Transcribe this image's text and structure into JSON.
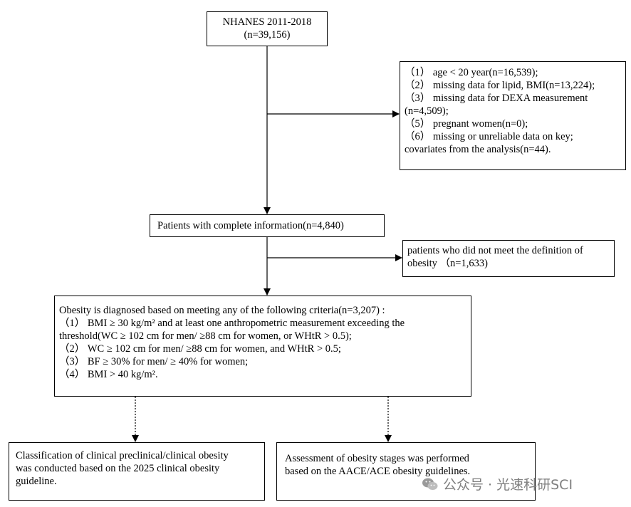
{
  "boxes": {
    "source": [
      "NHANES 2011-2018",
      "(n=39,156)"
    ],
    "exclusions": [
      "（1）  age < 20 year(n=16,539);",
      "（2）  missing data for lipid, BMI(n=13,224);",
      "（3）  missing data for DEXA measurement",
      "(n=4,509);",
      "（5）  pregnant women(n=0);",
      "（6）  missing or unreliable data on key;",
      "covariates from the analysis(n=44)."
    ],
    "complete": "Patients with complete information(n=4,840)",
    "not_meeting": [
      "patients who did not meet the definition of",
      "obesity （n=1,633)"
    ],
    "criteria": [
      "Obesity is diagnosed based on meeting any of the following criteria(n=3,207) :",
      "（1）  BMI ≥ 30 kg/m² and at least one anthropometric measurement exceeding the",
      "threshold(WC ≥ 102 cm for men/ ≥88 cm for women, or WHtR > 0.5);",
      "（2）  WC ≥ 102 cm for men/ ≥88 cm for women, and WHtR > 0.5;",
      "（3）  BF ≥ 30% for men/ ≥ 40% for women;",
      "（4）  BMI > 40 kg/m²."
    ],
    "classification": [
      "Classification of clinical preclinical/clinical obesity",
      "was conducted based on the 2025 clinical obesity",
      "guideline."
    ],
    "assessment": [
      "Assessment of obesity stages was performed",
      "based on the AACE/ACE obesity guidelines."
    ]
  },
  "watermark": {
    "text": "公众号 · 光速科研SCI",
    "icon": "wechat-icon"
  }
}
